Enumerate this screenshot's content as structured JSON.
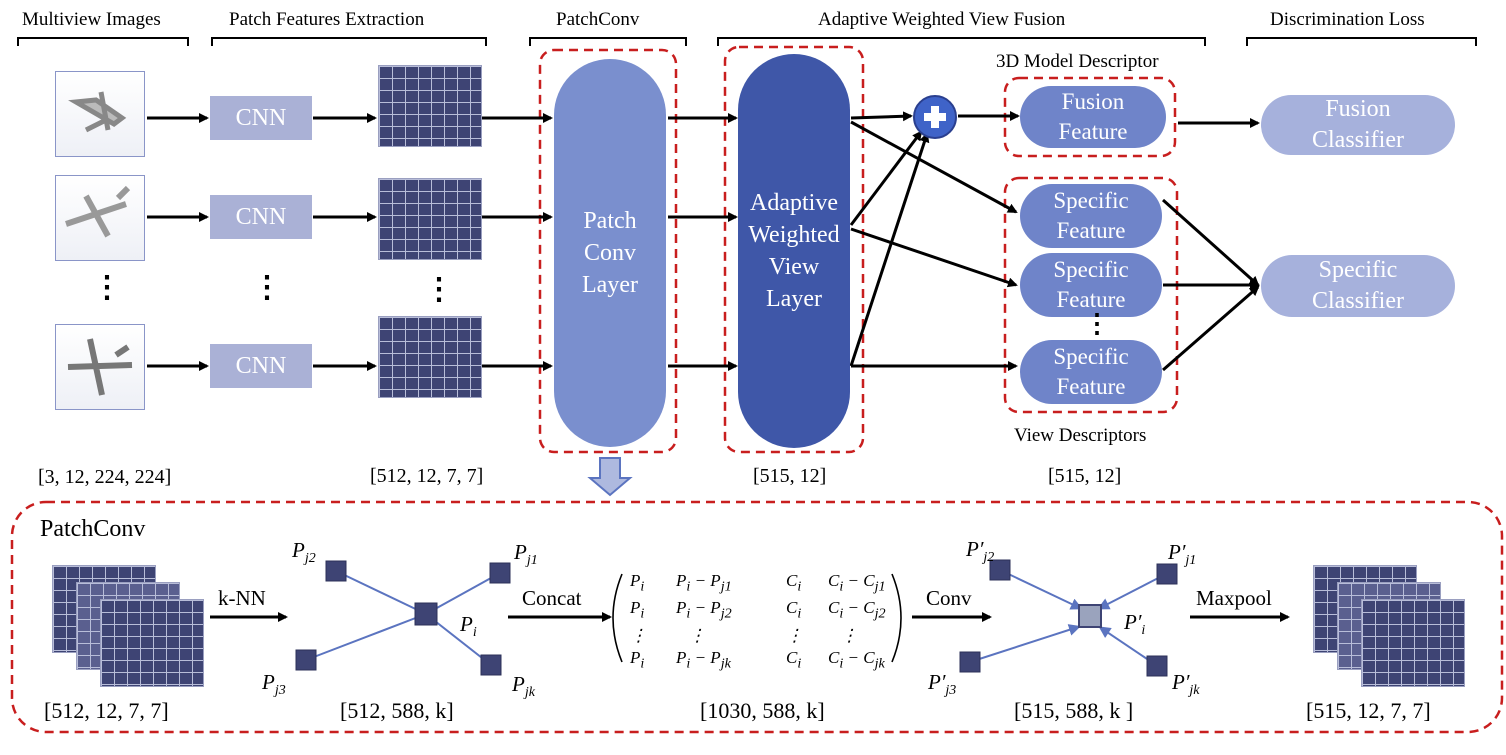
{
  "headers": {
    "multiview": "Multiview Images",
    "patch_features": "Patch Features Extraction",
    "patchconv": "PatchConv",
    "fusion": "Adaptive Weighted View Fusion",
    "loss": "Discrimination Loss"
  },
  "cnn_label": "CNN",
  "patchconv_layer": {
    "line1": "Patch",
    "line2": "Conv",
    "line3": "Layer"
  },
  "awv_layer": {
    "line1": "Adaptive",
    "line2": "Weighted",
    "line3": "View",
    "line4": "Layer"
  },
  "model_descriptor_label": "3D Model Descriptor",
  "view_descriptors_label": "View Descriptors",
  "fusion_feature": {
    "line1": "Fusion",
    "line2": "Feature"
  },
  "specific_feature": {
    "line1": "Specific",
    "line2": "Feature"
  },
  "fusion_classifier": {
    "line1": "Fusion",
    "line2": "Classifier"
  },
  "specific_classifier": {
    "line1": "Specific",
    "line2": "Classifier"
  },
  "dims_top": {
    "images": "[3, 12, 224, 224]",
    "patches": "[512, 12, 7, 7]",
    "awv": "[515, 12]",
    "views": "[515, 12]"
  },
  "patchconv_panel": {
    "title": "PatchConv",
    "knn": "k-NN",
    "concat": "Concat",
    "conv": "Conv",
    "maxpool": "Maxpool",
    "dims": {
      "input": "[512, 12, 7, 7]",
      "graph": "[512, 588, k]",
      "concat": "[1030, 588, k]",
      "conv": "[515, 588, k ]",
      "output": "[515, 12, 7, 7]"
    }
  },
  "colors": {
    "red_dash": "#c81e1e",
    "cnn_box": "#aab1d6",
    "patchconv_pill": "#7a8fce",
    "awv_pill": "#3f57a8",
    "feature_pill": "#6f84c9",
    "classifier_pill": "#a6b1dc",
    "grid_dark": "#3e4474",
    "edge_blue": "#5b74c0"
  }
}
